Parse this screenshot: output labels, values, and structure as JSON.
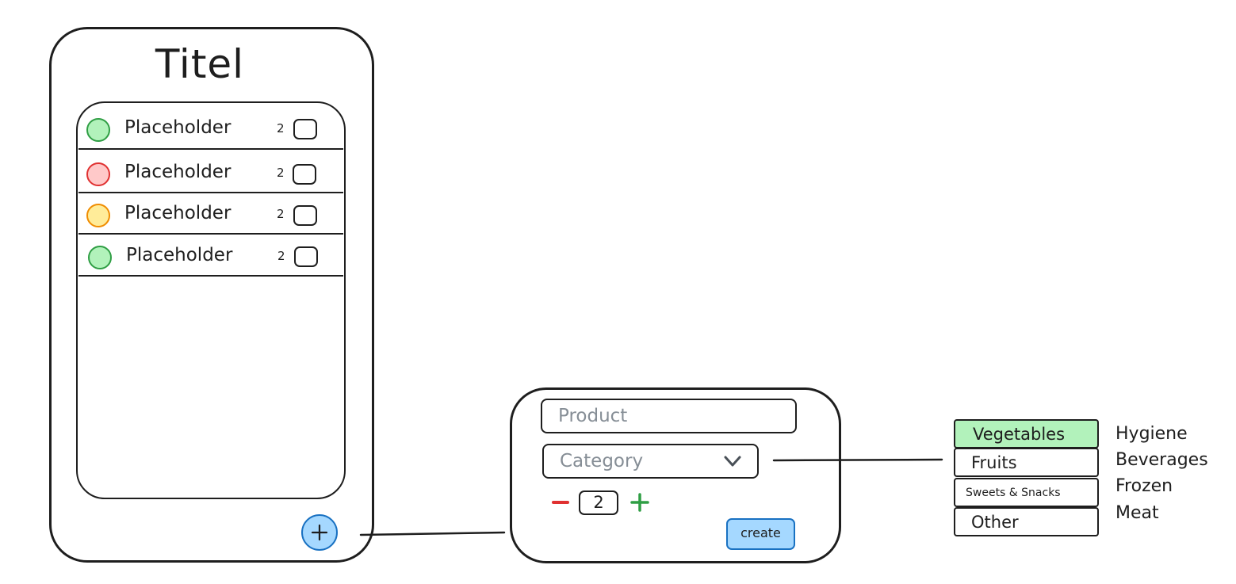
{
  "phone": {
    "title": "Titel",
    "items": [
      {
        "label": "Placeholder",
        "qty": "2",
        "status_color": "#2f9e44",
        "status_fill": "#b2f2bb"
      },
      {
        "label": "Placeholder",
        "qty": "2",
        "status_color": "#e03131",
        "status_fill": "#ffc9c9"
      },
      {
        "label": "Placeholder",
        "qty": "2",
        "status_color": "#f08c00",
        "status_fill": "#ffec99"
      },
      {
        "label": "Placeholder",
        "qty": "2",
        "status_color": "#2f9e44",
        "status_fill": "#b2f2bb"
      }
    ],
    "add_icon": "plus-icon"
  },
  "form": {
    "product_placeholder": "Product",
    "category_placeholder": "Category",
    "category_icon": "chevron-down-icon",
    "quantity": "2",
    "decrement_color": "#e03131",
    "increment_color": "#2f9e44",
    "create_label": "create"
  },
  "categories": {
    "options": [
      "Vegetables",
      "Fruits",
      "Sweets & Snacks",
      "Other"
    ],
    "selected": "Vegetables",
    "more": [
      "Hygiene",
      "Beverages",
      "Frozen",
      "Meat"
    ]
  },
  "colors": {
    "accent_blue": "#a5d8ff",
    "accent_blue_border": "#1971c2",
    "selected_green": "#b2f2bb"
  }
}
